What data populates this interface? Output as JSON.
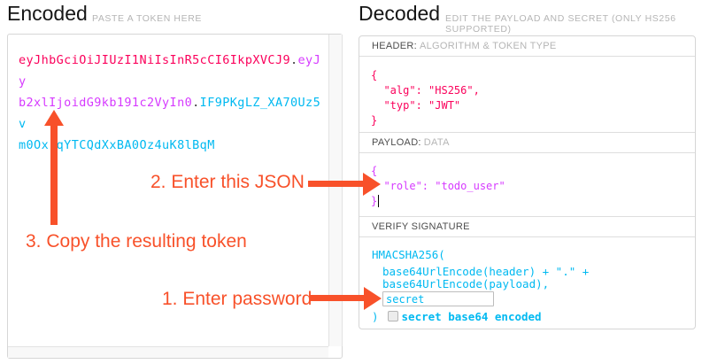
{
  "colors": {
    "annotation": "#f8512a",
    "token_header": "#fb015b",
    "token_payload": "#d63aff",
    "token_signature": "#00b9f1"
  },
  "encoded_panel": {
    "title": "Encoded",
    "subtitle": "PASTE A TOKEN HERE",
    "token": {
      "line1_header": "eyJhbGciOiJIUzI1NiIsInR5cCI6IkpXVCJ9",
      "dot1": ".",
      "line1_payload": "eyJy",
      "line2_payload": "b2xlIjoidG9kb191c2VyIn0",
      "dot2": ".",
      "line2_signature": "IF9PKgLZ_XA70Uz5v",
      "line3_signature": "m0OxrqYTCQdXxBA0Oz4uK8lBqM"
    }
  },
  "decoded_panel": {
    "title": "Decoded",
    "subtitle": "EDIT THE PAYLOAD AND SECRET (ONLY HS256 SUPPORTED)",
    "header_section": {
      "label": "HEADER:",
      "sublabel": "ALGORITHM & TOKEN TYPE",
      "code_lines": [
        "{",
        "  \"alg\": \"HS256\",",
        "  \"typ\": \"JWT\"",
        "}"
      ]
    },
    "payload_section": {
      "label": "PAYLOAD:",
      "sublabel": "DATA",
      "code_lines": [
        "{",
        "  \"role\": \"todo_user\"",
        "}"
      ]
    },
    "signature_section": {
      "label": "VERIFY SIGNATURE",
      "algorithm_line": "HMACSHA256(",
      "encode_header_line": "base64UrlEncode(header) + \".\" +",
      "encode_payload_line": "base64UrlEncode(payload),",
      "secret_value": "secret",
      "closing_paren": ")",
      "checkbox_label": "secret base64 encoded"
    }
  },
  "annotations": {
    "step1_label": "1. Enter password",
    "step2_label": "2. Enter this JSON",
    "step3_label": "3. Copy the resulting token"
  }
}
